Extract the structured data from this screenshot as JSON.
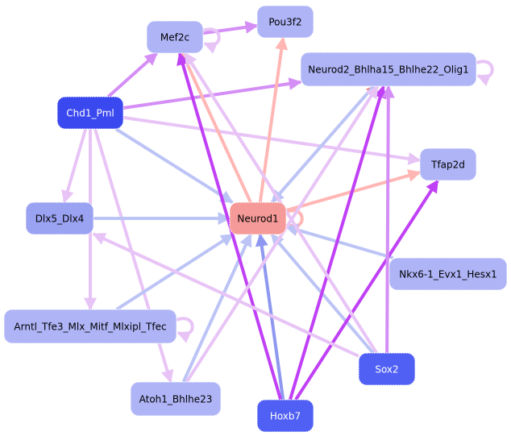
{
  "colors": {
    "node_light": "#aeb4f6",
    "node_mid": "#9aa2f2",
    "node_dark": "#3a48ef",
    "node_darkish": "#5060f4",
    "node_red": "#f59a98",
    "edge_blue_light": "#bcc4f6",
    "edge_blue_mid": "#8e98f0",
    "edge_pink": "#ffb6b4",
    "edge_red": "#f47a78",
    "edge_lavender": "#e8c4f6",
    "edge_violet": "#d48ef6",
    "edge_purple": "#c040f6"
  },
  "nodes": [
    {
      "id": "mef2c",
      "label": "Mef2c",
      "color": "node_light",
      "text": "#000000"
    },
    {
      "id": "pou3f2",
      "label": "Pou3f2",
      "color": "node_light",
      "text": "#000000"
    },
    {
      "id": "neurod2",
      "label": "Neurod2_Bhlha15_Bhlhe22_Olig1",
      "color": "node_light",
      "text": "#000000"
    },
    {
      "id": "chd1",
      "label": "Chd1_Pml",
      "color": "node_dark",
      "text": "#ffffff"
    },
    {
      "id": "tfap2d",
      "label": "Tfap2d",
      "color": "node_light",
      "text": "#000000"
    },
    {
      "id": "dlx5",
      "label": "Dlx5_Dlx4",
      "color": "node_mid",
      "text": "#000000"
    },
    {
      "id": "neurod1",
      "label": "Neurod1",
      "color": "node_red",
      "text": "#000000"
    },
    {
      "id": "nkx6",
      "label": "Nkx6-1_Evx1_Hesx1",
      "color": "node_light",
      "text": "#000000"
    },
    {
      "id": "arntl",
      "label": "Arntl_Tfe3_Mlx_Mitf_Mlxipl_Tfec",
      "color": "node_light",
      "text": "#000000"
    },
    {
      "id": "sox2",
      "label": "Sox2",
      "color": "node_darkish",
      "text": "#ffffff"
    },
    {
      "id": "atoh1",
      "label": "Atoh1_Bhlhe23",
      "color": "node_light",
      "text": "#000000"
    },
    {
      "id": "hoxb7",
      "label": "Hoxb7",
      "color": "node_darkish",
      "text": "#ffffff"
    }
  ],
  "edges": [
    {
      "from": "chd1",
      "to": "mef2c",
      "color": "edge_violet"
    },
    {
      "from": "chd1",
      "to": "neurod2",
      "color": "edge_violet"
    },
    {
      "from": "chd1",
      "to": "tfap2d",
      "color": "edge_lavender"
    },
    {
      "from": "chd1",
      "to": "neurod1",
      "color": "edge_blue_light"
    },
    {
      "from": "chd1",
      "to": "dlx5",
      "color": "edge_lavender"
    },
    {
      "from": "chd1",
      "to": "arntl",
      "color": "edge_lavender"
    },
    {
      "from": "chd1",
      "to": "atoh1",
      "color": "edge_lavender"
    },
    {
      "from": "mef2c",
      "to": "pou3f2",
      "color": "edge_violet"
    },
    {
      "from": "mef2c",
      "to": "mef2c",
      "color": "edge_lavender"
    },
    {
      "from": "neurod2",
      "to": "neurod2",
      "color": "edge_lavender"
    },
    {
      "from": "neurod1",
      "to": "mef2c",
      "color": "edge_pink"
    },
    {
      "from": "neurod1",
      "to": "pou3f2",
      "color": "edge_pink"
    },
    {
      "from": "neurod1",
      "to": "neurod2",
      "color": "edge_red"
    },
    {
      "from": "neurod1",
      "to": "tfap2d",
      "color": "edge_pink"
    },
    {
      "from": "neurod1",
      "to": "neurod1",
      "color": "edge_pink"
    },
    {
      "from": "neurod2",
      "to": "neurod1",
      "color": "edge_blue_light"
    },
    {
      "from": "dlx5",
      "to": "neurod1",
      "color": "edge_blue_light"
    },
    {
      "from": "nkx6",
      "to": "neurod1",
      "color": "edge_blue_light"
    },
    {
      "from": "arntl",
      "to": "neurod1",
      "color": "edge_blue_light"
    },
    {
      "from": "atoh1",
      "to": "neurod1",
      "color": "edge_blue_light"
    },
    {
      "from": "hoxb7",
      "to": "neurod1",
      "color": "edge_blue_mid"
    },
    {
      "from": "sox2",
      "to": "neurod1",
      "color": "edge_blue_light"
    },
    {
      "from": "hoxb7",
      "to": "mef2c",
      "color": "edge_purple"
    },
    {
      "from": "hoxb7",
      "to": "neurod2",
      "color": "edge_purple"
    },
    {
      "from": "hoxb7",
      "to": "tfap2d",
      "color": "edge_purple"
    },
    {
      "from": "sox2",
      "to": "neurod2",
      "color": "edge_violet"
    },
    {
      "from": "sox2",
      "to": "dlx5",
      "color": "edge_lavender"
    },
    {
      "from": "sox2",
      "to": "mef2c",
      "color": "edge_lavender"
    },
    {
      "from": "atoh1",
      "to": "neurod2",
      "color": "edge_lavender"
    },
    {
      "from": "arntl",
      "to": "arntl",
      "color": "edge_lavender"
    }
  ]
}
